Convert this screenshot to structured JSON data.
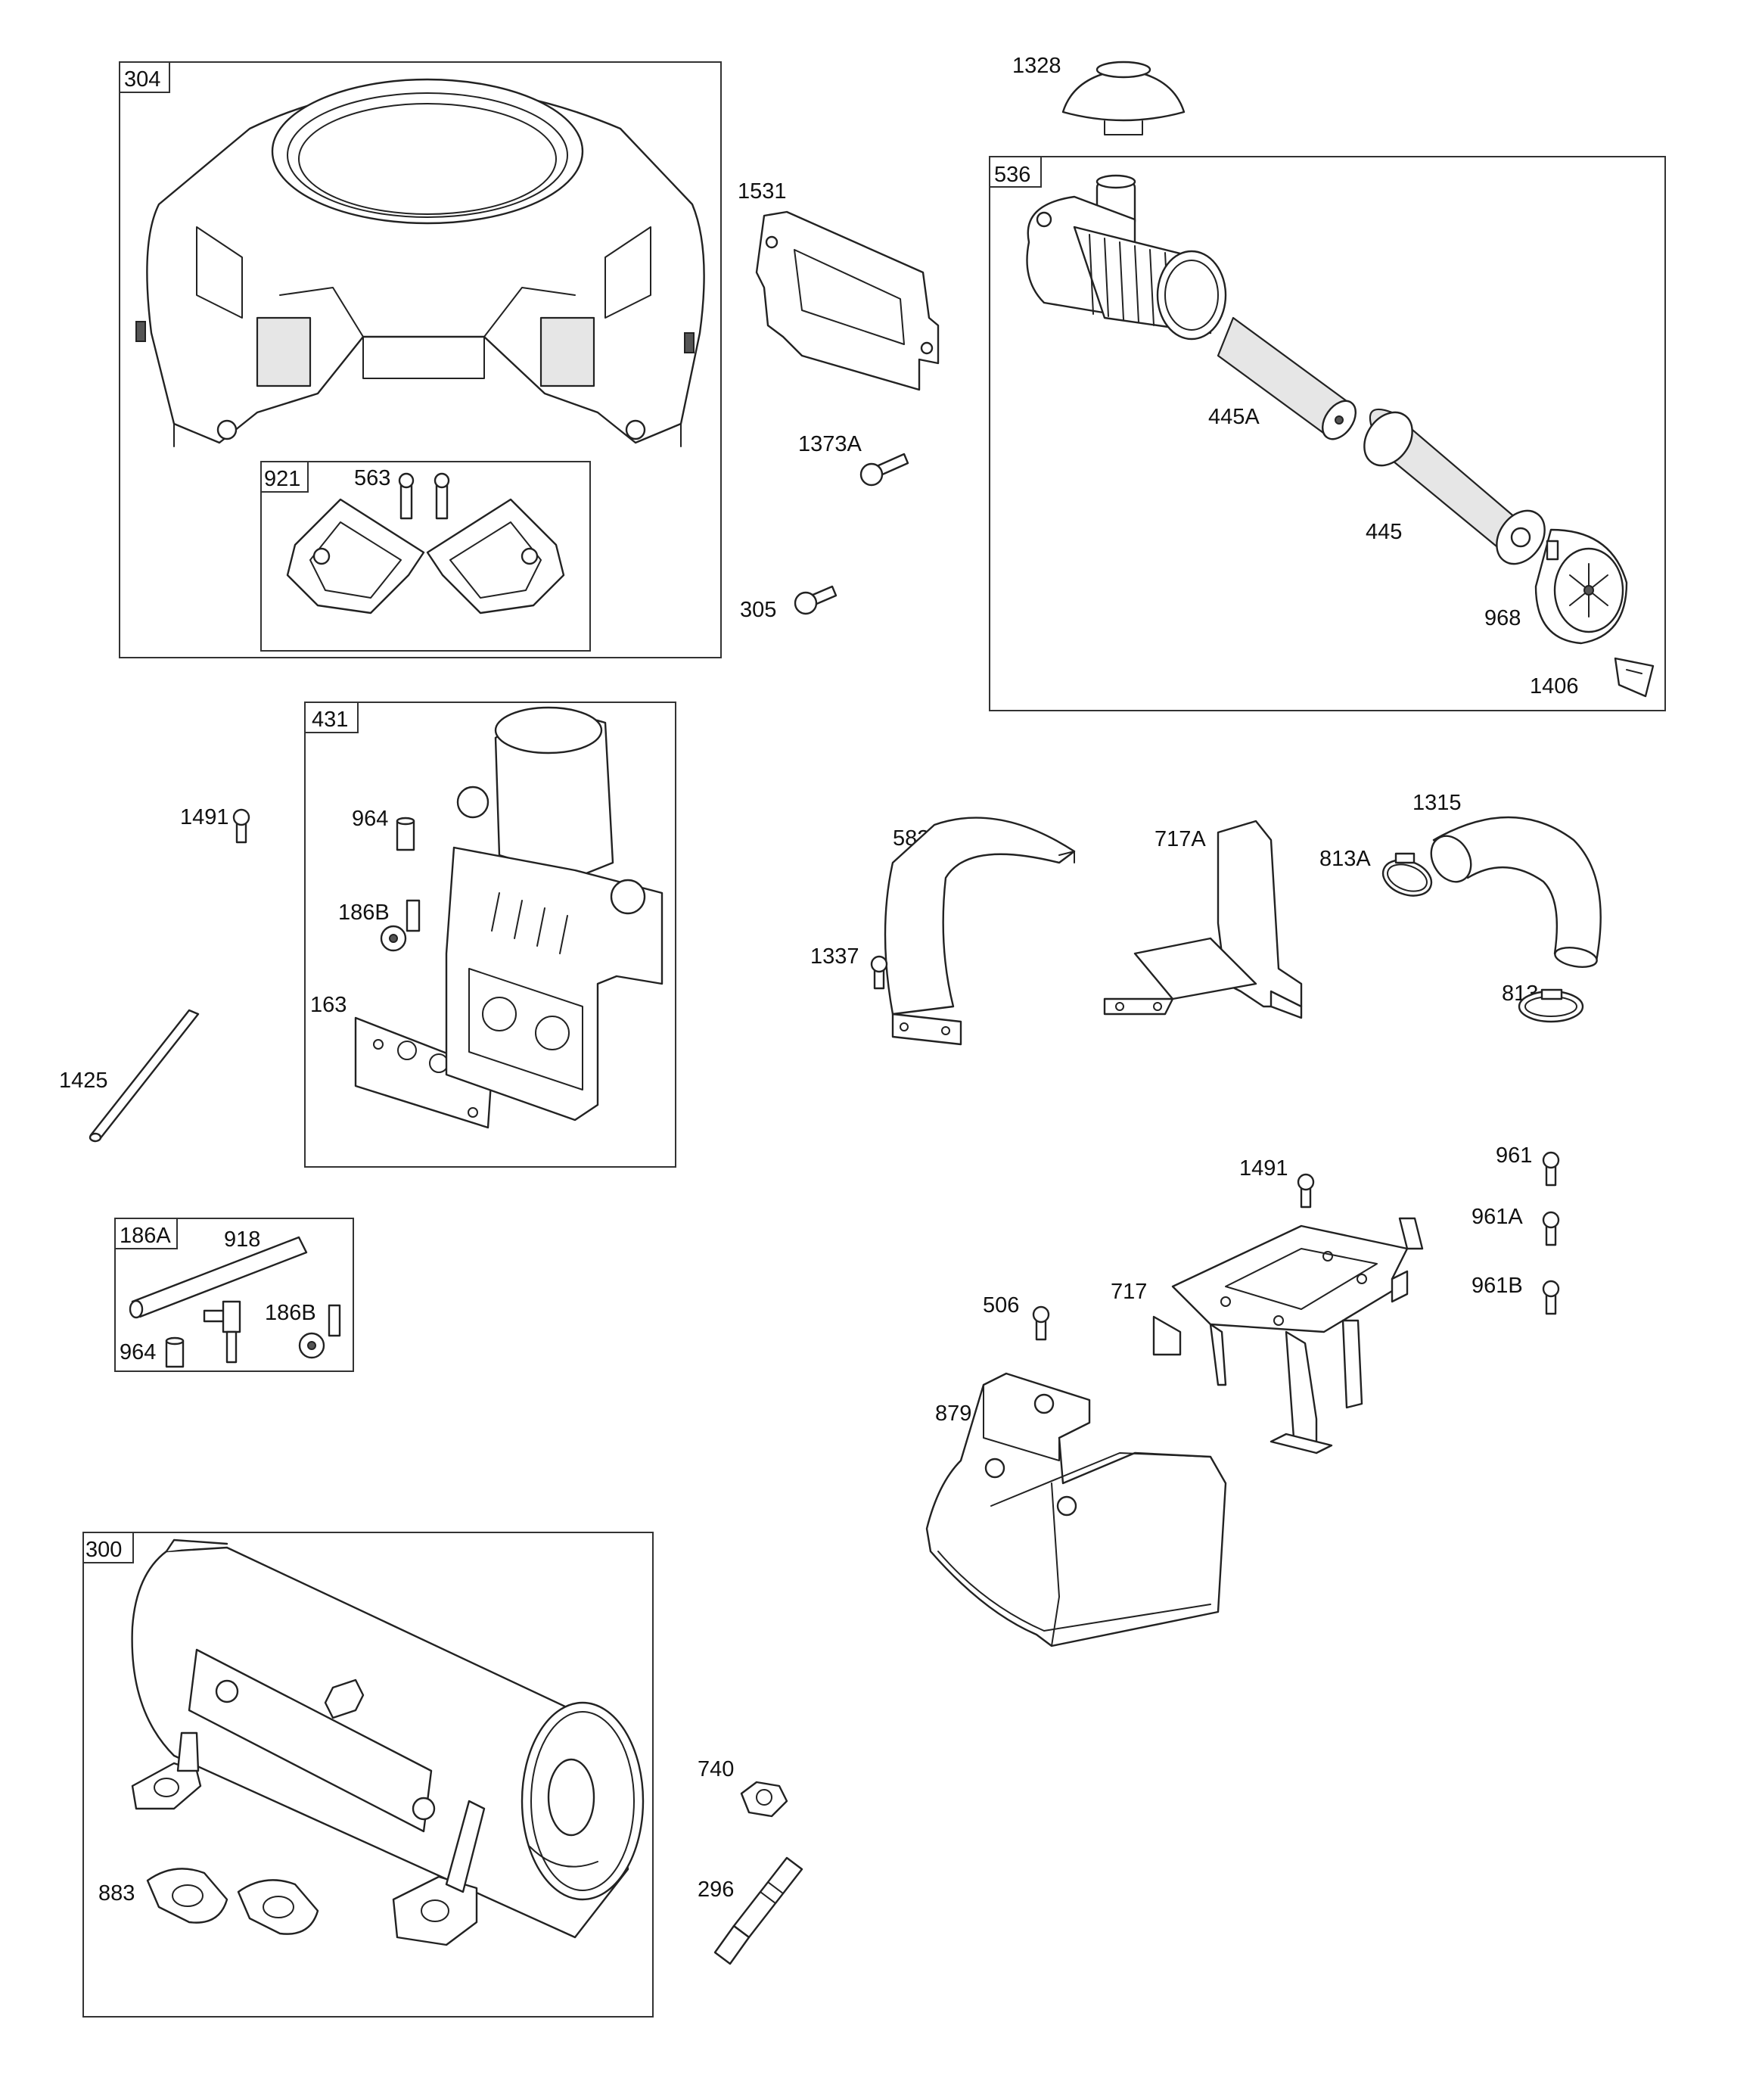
{
  "boxes": {
    "b304": "304",
    "b921": "921",
    "b536": "536",
    "b431": "431",
    "b186A": "186A",
    "b300": "300"
  },
  "labels": {
    "l1328": "1328",
    "l1531": "1531",
    "l1373A": "1373A",
    "l305": "305",
    "l563": "563",
    "l445A": "445A",
    "l445": "445",
    "l968": "968",
    "l1406": "1406",
    "l1491a": "1491",
    "l964a": "964",
    "l186Ba": "186B",
    "l163": "163",
    "l1425": "1425",
    "l918": "918",
    "l964b": "964",
    "l186Bb": "186B",
    "l582": "582",
    "l717A": "717A",
    "l813A": "813A",
    "l1315": "1315",
    "l1337": "1337",
    "l813": "813",
    "l1491b": "1491",
    "l961": "961",
    "l961A": "961A",
    "l961B": "961B",
    "l506": "506",
    "l717": "717",
    "l879": "879",
    "l740": "740",
    "l296": "296",
    "l883": "883"
  }
}
